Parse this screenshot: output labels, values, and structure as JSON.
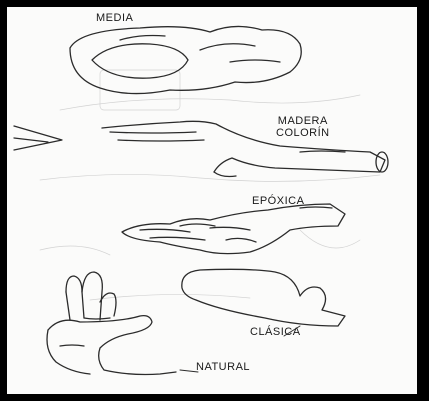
{
  "figure": {
    "labels": {
      "media": "MEDIA",
      "madera_line1": "MADERA",
      "madera_line2": "COLORÍN",
      "epoxica": "EPÓXICA",
      "clasica": "CLÁSICA",
      "natural": "NATURAL"
    }
  }
}
